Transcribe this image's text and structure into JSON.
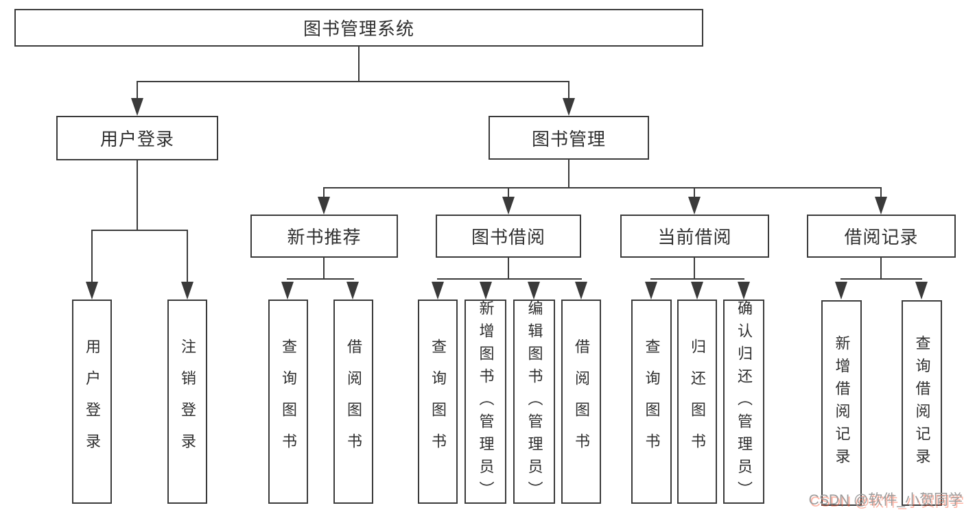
{
  "colors": {
    "line": "#3a3a3a",
    "text": "#2f2f2f",
    "wm_gray": "#9c9c9c",
    "wm_red": "#fc5531"
  },
  "diagram": {
    "root": "图书管理系统",
    "level2": {
      "user_login": "用户登录",
      "book_mgmt": "图书管理"
    },
    "level3": {
      "new_book_rec": "新书推荐",
      "book_borrow": "图书借阅",
      "current_borrow": "当前借阅",
      "borrow_record": "借阅记录"
    },
    "leaves": {
      "user_login": "用户登录",
      "logout": "注销登录",
      "query_book_rec": "查询图书",
      "borrow_book_rec": "借阅图书",
      "query_book_borrow": "查询图书",
      "add_book_admin": "新增图书（管理员）",
      "edit_book_admin": "编辑图书（管理员）",
      "borrow_book_borrow": "借阅图书",
      "query_book_current": "查询图书",
      "return_book": "归还图书",
      "confirm_return_admin": "确认归还（管理员）",
      "add_borrow_record": "新增借阅记录",
      "query_borrow_record": "查询借阅记录"
    }
  },
  "watermark": "CSDN @软件_小贺同学"
}
